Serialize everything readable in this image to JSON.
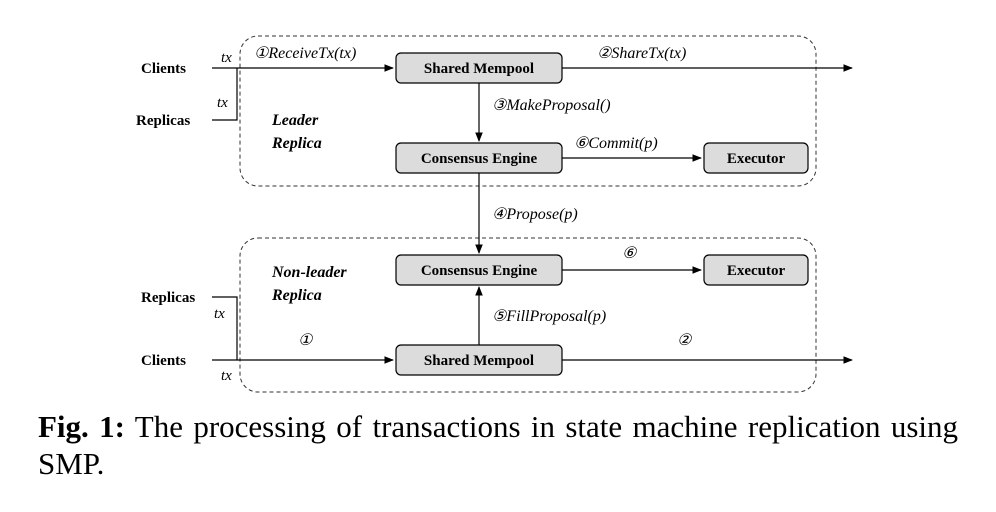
{
  "diagram": {
    "inputs": {
      "clients": "Clients",
      "replicas": "Replicas",
      "tx": "tx"
    },
    "groups": {
      "leader": {
        "line1": "Leader",
        "line2": "Replica"
      },
      "nonleader": {
        "line1": "Non-leader",
        "line2": "Replica"
      }
    },
    "nodes": {
      "shared_mempool": "Shared Mempool",
      "consensus_engine": "Consensus Engine",
      "executor": "Executor"
    },
    "edges": {
      "receive_tx": "①ReceiveTx(tx)",
      "share_tx": "②ShareTx(tx)",
      "make_proposal": "③MakeProposal()",
      "propose": "④Propose(p)",
      "fill_proposal": "⑤FillProposal(p)",
      "commit": "⑥Commit(p)",
      "n1": "①",
      "n2": "②",
      "n6": "⑥"
    }
  },
  "caption": {
    "label": "Fig. 1:",
    "text": " The processing of transactions in state machine replication using SMP."
  }
}
